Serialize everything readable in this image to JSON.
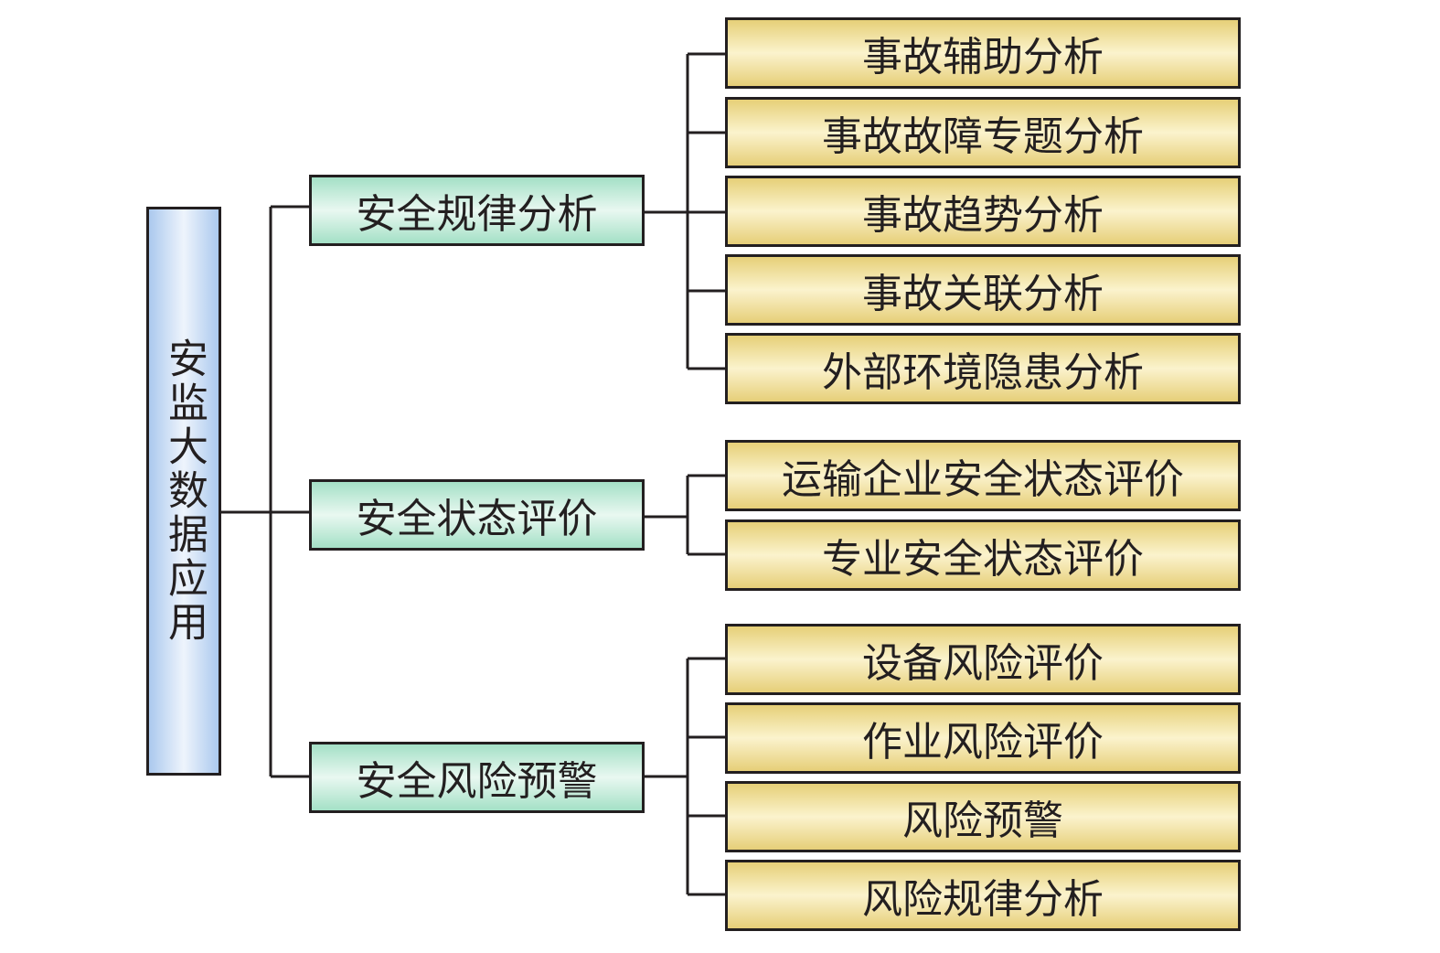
{
  "root": {
    "label": "安监大数据应用"
  },
  "groups": [
    {
      "label": "安全规律分析",
      "children": [
        "事故辅助分析",
        "事故故障专题分析",
        "事故趋势分析",
        "事故关联分析",
        "外部环境隐患分析"
      ]
    },
    {
      "label": "安全状态评价",
      "children": [
        "运输企业安全状态评价",
        "专业安全状态评价"
      ]
    },
    {
      "label": "安全风险预警",
      "children": [
        "设备风险评价",
        "作业风险评价",
        "风险预警",
        "风险规律分析"
      ]
    }
  ],
  "colors": {
    "root_fill": "#abc9ee",
    "group_fill": "#a4e0c6",
    "leaf_fill": "#e6cf78",
    "stroke": "#231f20"
  }
}
